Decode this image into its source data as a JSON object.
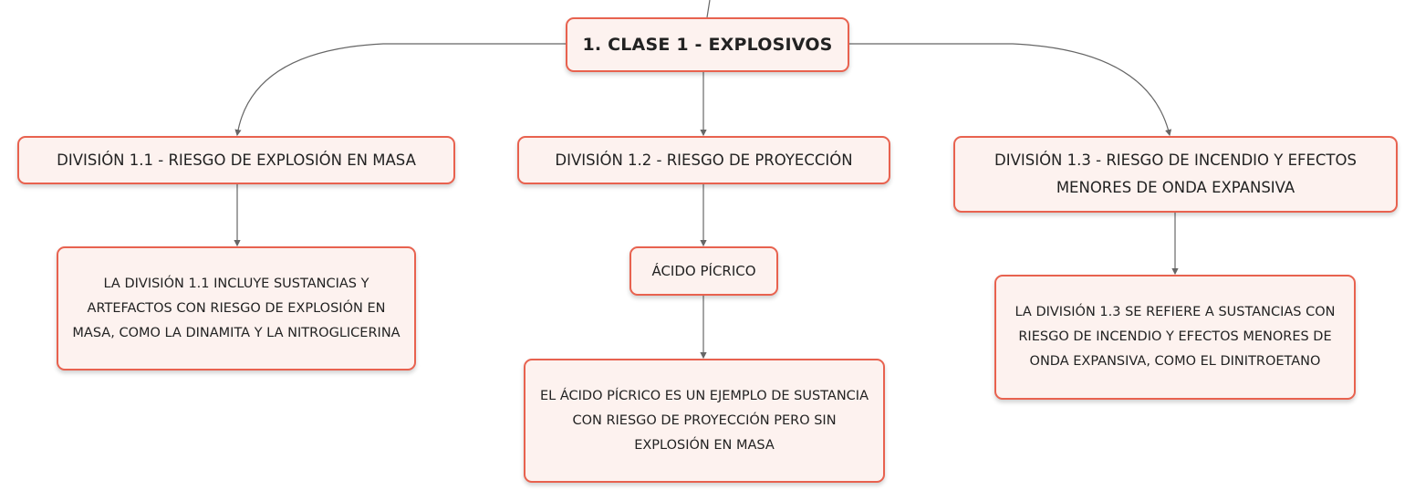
{
  "root": {
    "label": "1. CLASE 1 - EXPLOSIVOS"
  },
  "divisions": [
    {
      "label": "DIVISIÓN 1.1 - RIESGO DE EXPLOSIÓN EN MASA",
      "detail": "LA DIVISIÓN 1.1 INCLUYE SUSTANCIAS Y ARTEFACTOS CON RIESGO DE EXPLOSIÓN EN MASA, COMO LA DINAMITA Y LA NITROGLICERINA"
    },
    {
      "label": "DIVISIÓN 1.2 - RIESGO DE PROYECCIÓN",
      "example": "ÁCIDO PÍCRICO",
      "detail": "EL ÁCIDO PÍCRICO ES UN EJEMPLO DE SUSTANCIA CON RIESGO DE PROYECCIÓN PERO SIN EXPLOSIÓN EN MASA"
    },
    {
      "label": "DIVISIÓN 1.3 - RIESGO DE INCENDIO Y EFECTOS MENORES DE ONDA EXPANSIVA",
      "detail": "LA DIVISIÓN 1.3 SE REFIERE A SUSTANCIAS CON RIESGO DE INCENDIO Y EFECTOS MENORES DE ONDA EXPANSIVA, COMO EL DINITROETANO"
    }
  ],
  "colors": {
    "border": "#e8624f",
    "fill": "#fdf2ef",
    "line": "#666666"
  }
}
